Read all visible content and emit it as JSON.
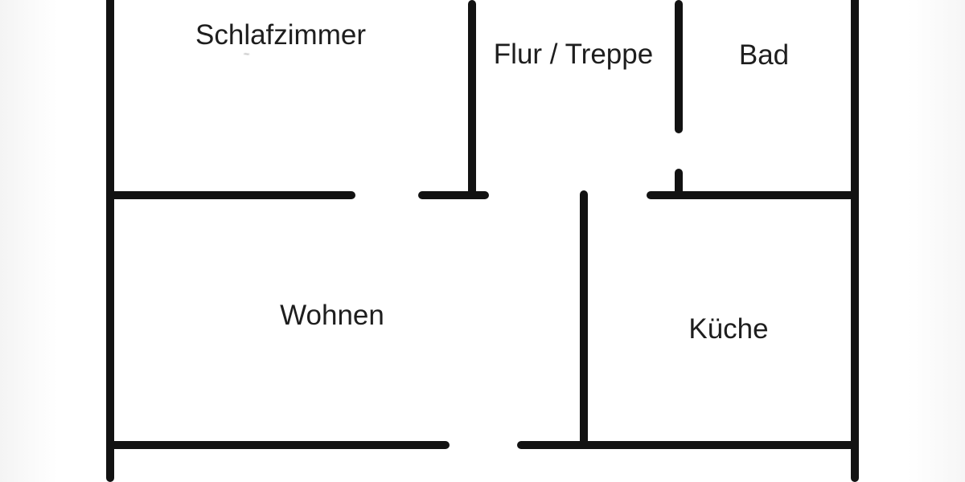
{
  "page": {
    "kind": "floor-plan-image",
    "background_color": "#ffffff",
    "wall_color": "#121212",
    "text_color": "#1e1e1e"
  },
  "floorplan": {
    "rooms": [
      {
        "id": "schlafzimmer",
        "label": "Schlafzimmer"
      },
      {
        "id": "flur-treppe",
        "label": "Flur / Treppe"
      },
      {
        "id": "bad",
        "label": "Bad"
      },
      {
        "id": "wohnen",
        "label": "Wohnen"
      },
      {
        "id": "kueche",
        "label": "Küche"
      }
    ],
    "artifact": {
      "smudge_mark": "~"
    },
    "openings": [
      {
        "between": "schlafzimmer-wohnen",
        "wall": "y243",
        "gap_x": [
          442,
          520
        ]
      },
      {
        "between": "flur-lower-area",
        "wall": "y243",
        "gap_x": [
          608,
          804
        ]
      },
      {
        "between": "flur-bad",
        "wall": "x844",
        "gap_y": [
          166,
          210
        ]
      },
      {
        "between": "wohnen-kueche",
        "wall": "y554",
        "gap_x": [
          559,
          643
        ]
      }
    ]
  }
}
